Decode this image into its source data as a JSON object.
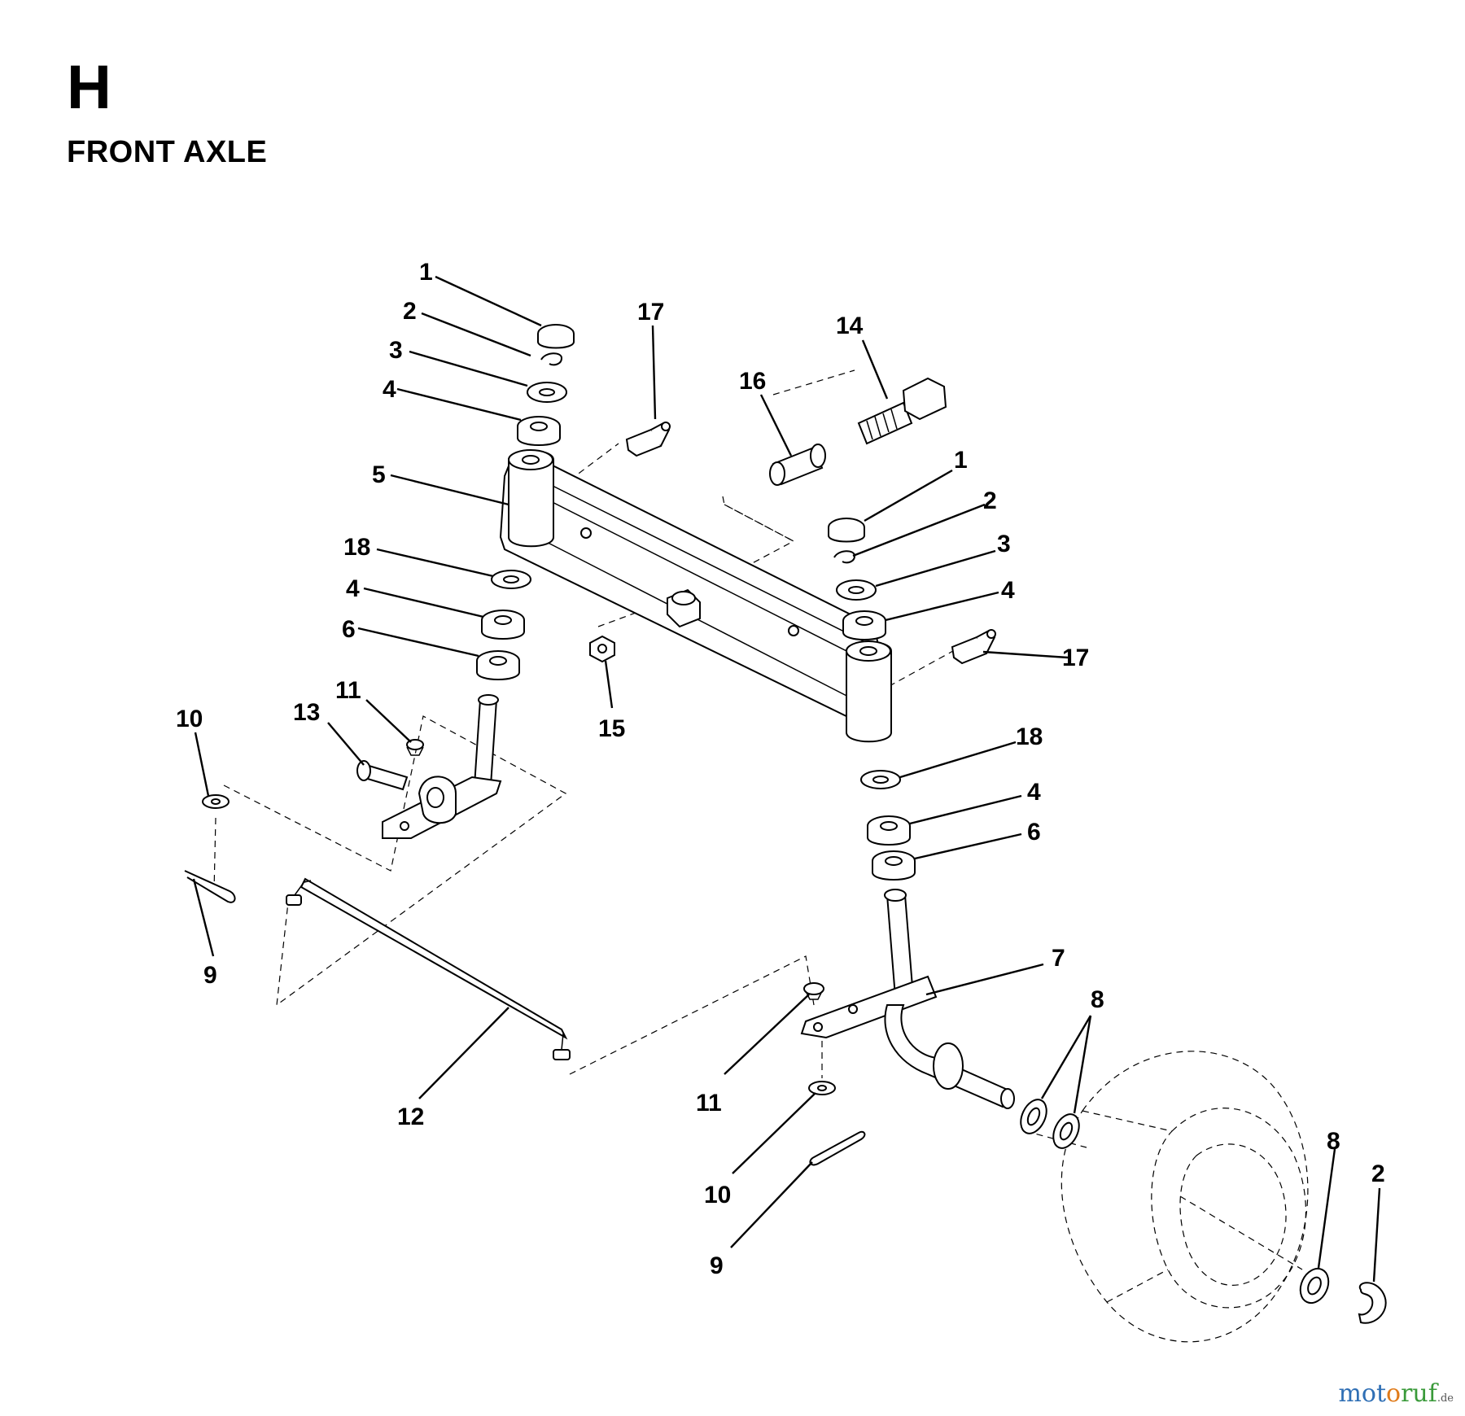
{
  "header": {
    "section_letter": "H",
    "section_title": "FRONT AXLE"
  },
  "callouts": [
    {
      "id": "c1a",
      "label": "1"
    },
    {
      "id": "c2a",
      "label": "2"
    },
    {
      "id": "c3a",
      "label": "3"
    },
    {
      "id": "c4a",
      "label": "4"
    },
    {
      "id": "c5",
      "label": "5"
    },
    {
      "id": "c18a",
      "label": "18"
    },
    {
      "id": "c4b",
      "label": "4"
    },
    {
      "id": "c6a",
      "label": "6"
    },
    {
      "id": "c17a",
      "label": "17"
    },
    {
      "id": "c16",
      "label": "16"
    },
    {
      "id": "c14",
      "label": "14"
    },
    {
      "id": "c1b",
      "label": "1"
    },
    {
      "id": "c2b",
      "label": "2"
    },
    {
      "id": "c3b",
      "label": "3"
    },
    {
      "id": "c4c",
      "label": "4"
    },
    {
      "id": "c17b",
      "label": "17"
    },
    {
      "id": "c15",
      "label": "15"
    },
    {
      "id": "c11a",
      "label": "11"
    },
    {
      "id": "c13",
      "label": "13"
    },
    {
      "id": "c10a",
      "label": "10"
    },
    {
      "id": "c9a",
      "label": "9"
    },
    {
      "id": "c18b",
      "label": "18"
    },
    {
      "id": "c4d",
      "label": "4"
    },
    {
      "id": "c6b",
      "label": "6"
    },
    {
      "id": "c7",
      "label": "7"
    },
    {
      "id": "c8a",
      "label": "8"
    },
    {
      "id": "c12",
      "label": "12"
    },
    {
      "id": "c11b",
      "label": "11"
    },
    {
      "id": "c10b",
      "label": "10"
    },
    {
      "id": "c9b",
      "label": "9"
    },
    {
      "id": "c8b",
      "label": "8"
    },
    {
      "id": "c2c",
      "label": "2"
    }
  ],
  "watermark": {
    "part_a": "mot",
    "part_b": "o",
    "part_c": "ruf",
    "suffix": ".de"
  }
}
